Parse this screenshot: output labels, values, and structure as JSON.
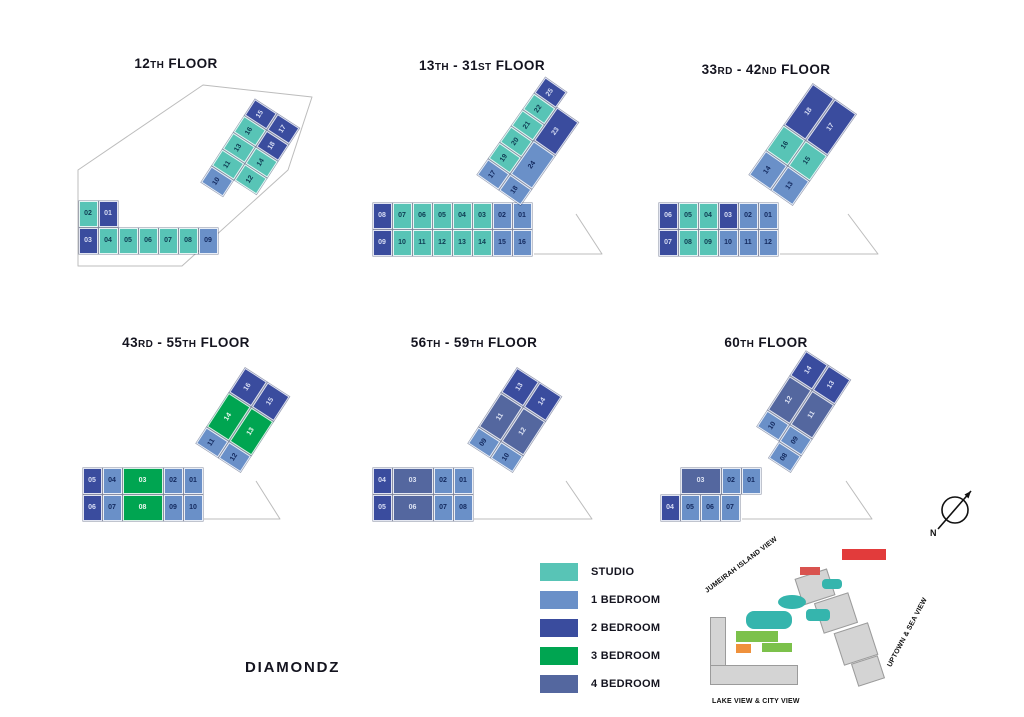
{
  "page_title": "DIAMONDZ",
  "compass_label": "N",
  "unit_types": {
    "studio": {
      "label": "STUDIO",
      "color": "#58C4B6",
      "text_color": "#0E3B52"
    },
    "1br": {
      "label": "1 BEDROOM",
      "color": "#6A90C8",
      "text_color": "#13295E"
    },
    "2br": {
      "label": "2 BEDROOM",
      "color": "#3A4C9E",
      "text_color": "#D8DEF4"
    },
    "3br": {
      "label": "3 BEDROOM",
      "color": "#00A551",
      "text_color": "#E9F7EE"
    },
    "4br": {
      "label": "4 BEDROOM",
      "color": "#54679F",
      "text_color": "#DDE3F3"
    }
  },
  "legend_order": [
    "studio",
    "1br",
    "2br",
    "3br",
    "4br"
  ],
  "site_map": {
    "label_top": "JUMEIRAH ISLAND VIEW",
    "label_right": "UPTOWN & SEA VIEW",
    "label_bottom": "LAKE VIEW & CITY VIEW"
  },
  "floors": [
    {
      "title": "12TH FLOOR",
      "left_wing": [
        {
          "o": 0,
          "c": [
            {
              "n": "02",
              "t": "studio"
            },
            {
              "n": "01",
              "t": "2br"
            }
          ]
        },
        {
          "o": 0,
          "c": [
            {
              "n": "03",
              "t": "2br"
            },
            {
              "n": "04",
              "t": "studio"
            },
            {
              "n": "05",
              "t": "studio"
            },
            {
              "n": "06",
              "t": "studio"
            },
            {
              "n": "07",
              "t": "studio"
            },
            {
              "n": "08",
              "t": "studio"
            },
            {
              "n": "09",
              "t": "1br"
            }
          ]
        }
      ],
      "diag_wing": [
        {
          "o": 0,
          "c": [
            {
              "n": "10",
              "t": "1br"
            },
            {
              "n": "11",
              "t": "studio"
            },
            {
              "n": "13",
              "t": "studio"
            },
            {
              "n": "16",
              "t": "studio"
            },
            {
              "n": "15",
              "t": "2br"
            }
          ]
        },
        {
          "o": 1,
          "c": [
            {
              "n": "12",
              "t": "studio"
            },
            {
              "n": "14",
              "t": "studio"
            },
            {
              "n": "18",
              "t": "2br"
            },
            {
              "n": "17",
              "t": "2br"
            }
          ]
        }
      ]
    },
    {
      "title": "13TH - 31ST FLOOR",
      "left_wing": [
        {
          "o": 0,
          "c": [
            {
              "n": "08",
              "t": "2br"
            },
            {
              "n": "07",
              "t": "studio"
            },
            {
              "n": "06",
              "t": "studio"
            },
            {
              "n": "05",
              "t": "studio"
            },
            {
              "n": "04",
              "t": "studio"
            },
            {
              "n": "03",
              "t": "studio"
            },
            {
              "n": "02",
              "t": "1br"
            },
            {
              "n": "01",
              "t": "1br"
            }
          ]
        },
        {
          "o": 0,
          "c": [
            {
              "n": "09",
              "t": "2br"
            },
            {
              "n": "10",
              "t": "studio"
            },
            {
              "n": "11",
              "t": "studio"
            },
            {
              "n": "12",
              "t": "studio"
            },
            {
              "n": "13",
              "t": "studio"
            },
            {
              "n": "14",
              "t": "studio"
            },
            {
              "n": "15",
              "t": "1br"
            },
            {
              "n": "16",
              "t": "1br"
            }
          ]
        }
      ],
      "diag_wing": [
        {
          "o": 0,
          "c": [
            {
              "n": "17",
              "t": "1br"
            },
            {
              "n": "19",
              "t": "studio"
            },
            {
              "n": "20",
              "t": "studio"
            },
            {
              "n": "21",
              "t": "studio"
            },
            {
              "n": "22",
              "t": "studio"
            },
            {
              "n": "25",
              "t": "2br"
            }
          ]
        },
        {
          "o": 0,
          "c": [
            {
              "n": "18",
              "t": "1br"
            },
            {
              "n": "24",
              "t": "1br",
              "w": 2
            },
            {
              "n": "23",
              "t": "2br",
              "w": 2
            }
          ]
        }
      ]
    },
    {
      "title": "33RD - 42ND FLOOR",
      "left_wing": [
        {
          "o": 0,
          "c": [
            {
              "n": "06",
              "t": "2br"
            },
            {
              "n": "05",
              "t": "studio"
            },
            {
              "n": "04",
              "t": "studio"
            },
            {
              "n": "03",
              "t": "2br"
            },
            {
              "n": "02",
              "t": "1br"
            },
            {
              "n": "01",
              "t": "1br"
            }
          ]
        },
        {
          "o": 0,
          "c": [
            {
              "n": "07",
              "t": "2br"
            },
            {
              "n": "08",
              "t": "studio"
            },
            {
              "n": "09",
              "t": "studio"
            },
            {
              "n": "10",
              "t": "1br"
            },
            {
              "n": "11",
              "t": "1br"
            },
            {
              "n": "12",
              "t": "1br"
            }
          ]
        }
      ],
      "diag_wing": [
        {
          "o": 0,
          "c": [
            {
              "n": "14",
              "t": "1br",
              "w": 1.5
            },
            {
              "n": "16",
              "t": "studio",
              "w": 1.5
            },
            {
              "n": "18",
              "t": "2br",
              "w": 2.5
            }
          ]
        },
        {
          "o": 0,
          "c": [
            {
              "n": "13",
              "t": "1br",
              "w": 1.5
            },
            {
              "n": "15",
              "t": "studio",
              "w": 1.5
            },
            {
              "n": "17",
              "t": "2br",
              "w": 2.5
            }
          ]
        }
      ]
    },
    {
      "title": "43RD - 55TH FLOOR",
      "left_wing": [
        {
          "o": 0,
          "c": [
            {
              "n": "05",
              "t": "2br"
            },
            {
              "n": "04",
              "t": "1br"
            },
            {
              "n": "03",
              "t": "3br",
              "w": 2
            },
            {
              "n": "02",
              "t": "1br"
            },
            {
              "n": "01",
              "t": "1br"
            }
          ]
        },
        {
          "o": 0,
          "c": [
            {
              "n": "06",
              "t": "2br"
            },
            {
              "n": "07",
              "t": "1br"
            },
            {
              "n": "08",
              "t": "3br",
              "w": 2
            },
            {
              "n": "09",
              "t": "1br"
            },
            {
              "n": "10",
              "t": "1br"
            }
          ]
        }
      ],
      "diag_wing": [
        {
          "o": 0,
          "c": [
            {
              "n": "11",
              "t": "1br"
            },
            {
              "n": "14",
              "t": "3br",
              "w": 2
            },
            {
              "n": "16",
              "t": "2br",
              "w": 1.5
            }
          ]
        },
        {
          "o": 0,
          "c": [
            {
              "n": "12",
              "t": "1br"
            },
            {
              "n": "13",
              "t": "3br",
              "w": 2
            },
            {
              "n": "15",
              "t": "2br",
              "w": 1.5
            }
          ]
        }
      ]
    },
    {
      "title": "56TH - 59TH FLOOR",
      "left_wing": [
        {
          "o": 0,
          "c": [
            {
              "n": "04",
              "t": "2br"
            },
            {
              "n": "03",
              "t": "4br",
              "w": 2
            },
            {
              "n": "02",
              "t": "1br"
            },
            {
              "n": "01",
              "t": "1br"
            }
          ]
        },
        {
          "o": 0,
          "c": [
            {
              "n": "05",
              "t": "2br"
            },
            {
              "n": "06",
              "t": "4br",
              "w": 2
            },
            {
              "n": "07",
              "t": "1br"
            },
            {
              "n": "08",
              "t": "1br"
            }
          ]
        }
      ],
      "diag_wing": [
        {
          "o": 0,
          "c": [
            {
              "n": "09",
              "t": "1br"
            },
            {
              "n": "11",
              "t": "4br",
              "w": 2
            },
            {
              "n": "13",
              "t": "2br",
              "w": 1.5
            }
          ]
        },
        {
          "o": 0,
          "c": [
            {
              "n": "10",
              "t": "1br"
            },
            {
              "n": "12",
              "t": "4br",
              "w": 2
            },
            {
              "n": "14",
              "t": "2br",
              "w": 1.5
            }
          ]
        }
      ]
    },
    {
      "title": "60TH FLOOR",
      "left_wing": [
        {
          "o": 1,
          "c": [
            {
              "n": "03",
              "t": "4br",
              "w": 2
            },
            {
              "n": "02",
              "t": "1br"
            },
            {
              "n": "01",
              "t": "1br"
            }
          ]
        },
        {
          "o": 0,
          "c": [
            {
              "n": "04",
              "t": "2br"
            },
            {
              "n": "05",
              "t": "1br"
            },
            {
              "n": "06",
              "t": "1br"
            },
            {
              "n": "07",
              "t": "1br"
            }
          ]
        }
      ],
      "diag_wing": [
        {
          "o": 1,
          "c": [
            {
              "n": "10",
              "t": "1br"
            },
            {
              "n": "12",
              "t": "4br",
              "w": 2
            },
            {
              "n": "14",
              "t": "2br",
              "w": 1.5
            }
          ]
        },
        {
          "o": 0,
          "c": [
            {
              "n": "08",
              "t": "1br"
            },
            {
              "n": "09",
              "t": "1br"
            },
            {
              "n": "11",
              "t": "4br",
              "w": 2
            },
            {
              "n": "13",
              "t": "2br",
              "w": 1.5
            }
          ]
        }
      ]
    }
  ]
}
